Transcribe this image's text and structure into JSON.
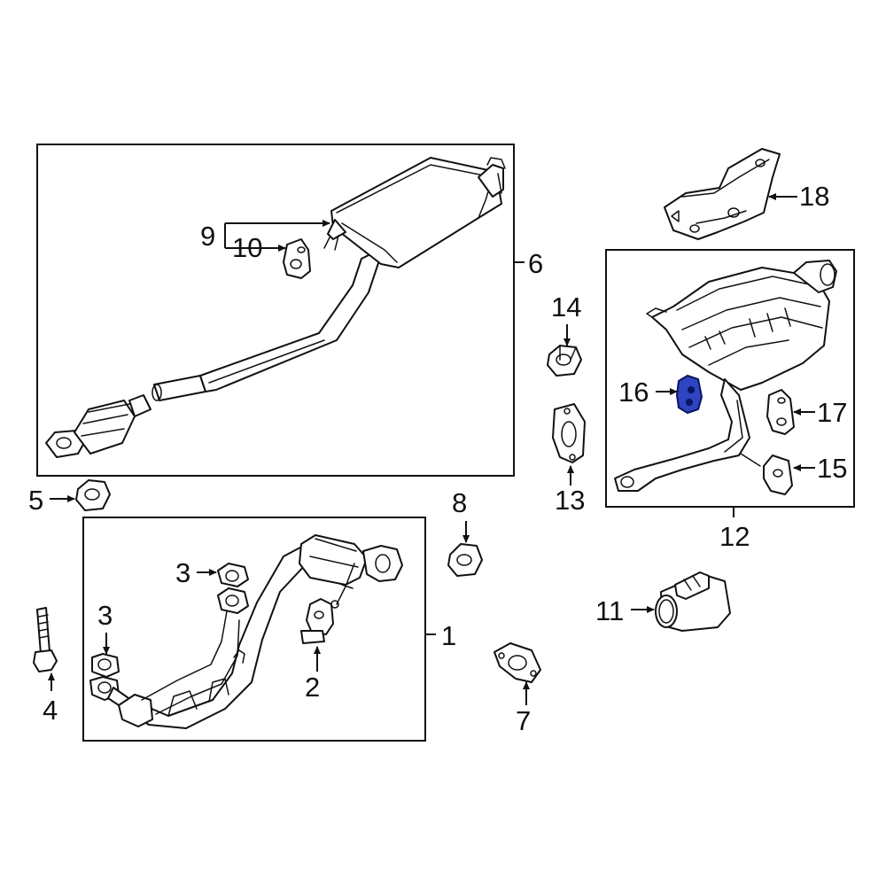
{
  "diagram": {
    "accent_color": "#2f44c0",
    "highlighted_part": "16",
    "callouts": {
      "c1": "1",
      "c2": "2",
      "c3a": "3",
      "c3b": "3",
      "c4": "4",
      "c5": "5",
      "c6": "6",
      "c7": "7",
      "c8": "8",
      "c9": "9",
      "c10": "10",
      "c11": "11",
      "c12": "12",
      "c13": "13",
      "c14": "14",
      "c15": "15",
      "c16": "16",
      "c17": "17",
      "c18": "18"
    }
  }
}
